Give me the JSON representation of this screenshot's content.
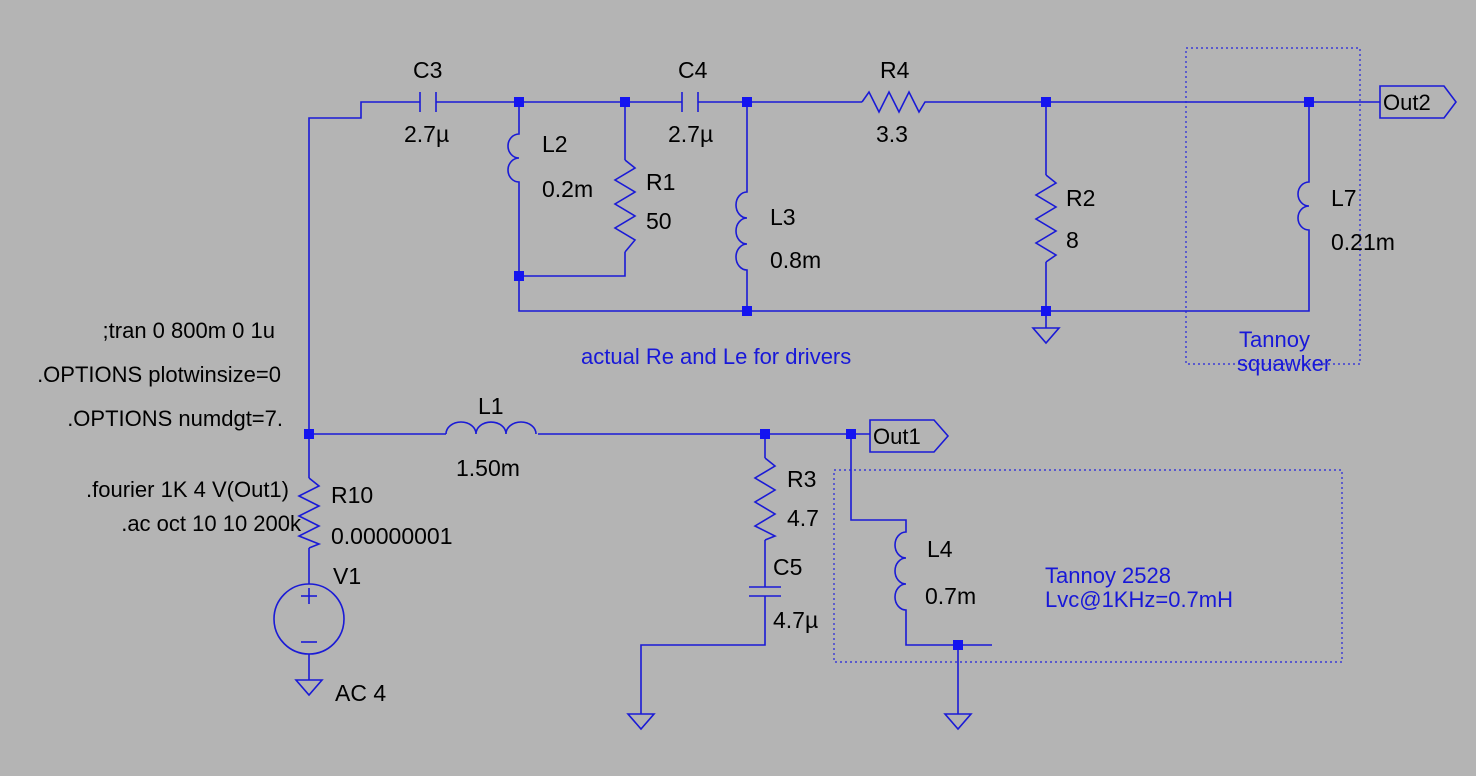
{
  "colors": {
    "background": "#b4b4b4",
    "wire": "#1a1ad6",
    "junction": "#1414f0",
    "annotation": "#1818d8",
    "text": "#000000"
  },
  "components": {
    "C3": {
      "name": "C3",
      "value": "2.7µ"
    },
    "C4": {
      "name": "C4",
      "value": "2.7µ"
    },
    "R4": {
      "name": "R4",
      "value": "3.3"
    },
    "L2": {
      "name": "L2",
      "value": "0.2m"
    },
    "R1": {
      "name": "R1",
      "value": "50"
    },
    "L3": {
      "name": "L3",
      "value": "0.8m"
    },
    "R2": {
      "name": "R2",
      "value": "8"
    },
    "L7": {
      "name": "L7",
      "value": "0.21m"
    },
    "L1": {
      "name": "L1",
      "value": "1.50m"
    },
    "R10": {
      "name": "R10",
      "value": "0.00000001"
    },
    "V1": {
      "name": "V1",
      "value": "AC 4"
    },
    "R3": {
      "name": "R3",
      "value": "4.7"
    },
    "C5": {
      "name": "C5",
      "value": "4.7µ"
    },
    "L4": {
      "name": "L4",
      "value": "0.7m"
    }
  },
  "ports": {
    "out1": "Out1",
    "out2": "Out2"
  },
  "directives": {
    "tran": ";tran 0 800m 0 1u",
    "plotwinsize": ".OPTIONS plotwinsize=0",
    "numdgt": ".OPTIONS numdgt=7.",
    "fourier": ".fourier 1K 4 V(Out1)",
    "ac": ".ac oct 10 10 200k"
  },
  "annotations": {
    "drivers_note": "actual Re and Le for drivers",
    "squawker_line1": "Tannoy",
    "squawker_line2": "squawker",
    "woofer_line1": "Tannoy 2528",
    "woofer_line2": "Lvc@1KHz=0.7mH"
  }
}
